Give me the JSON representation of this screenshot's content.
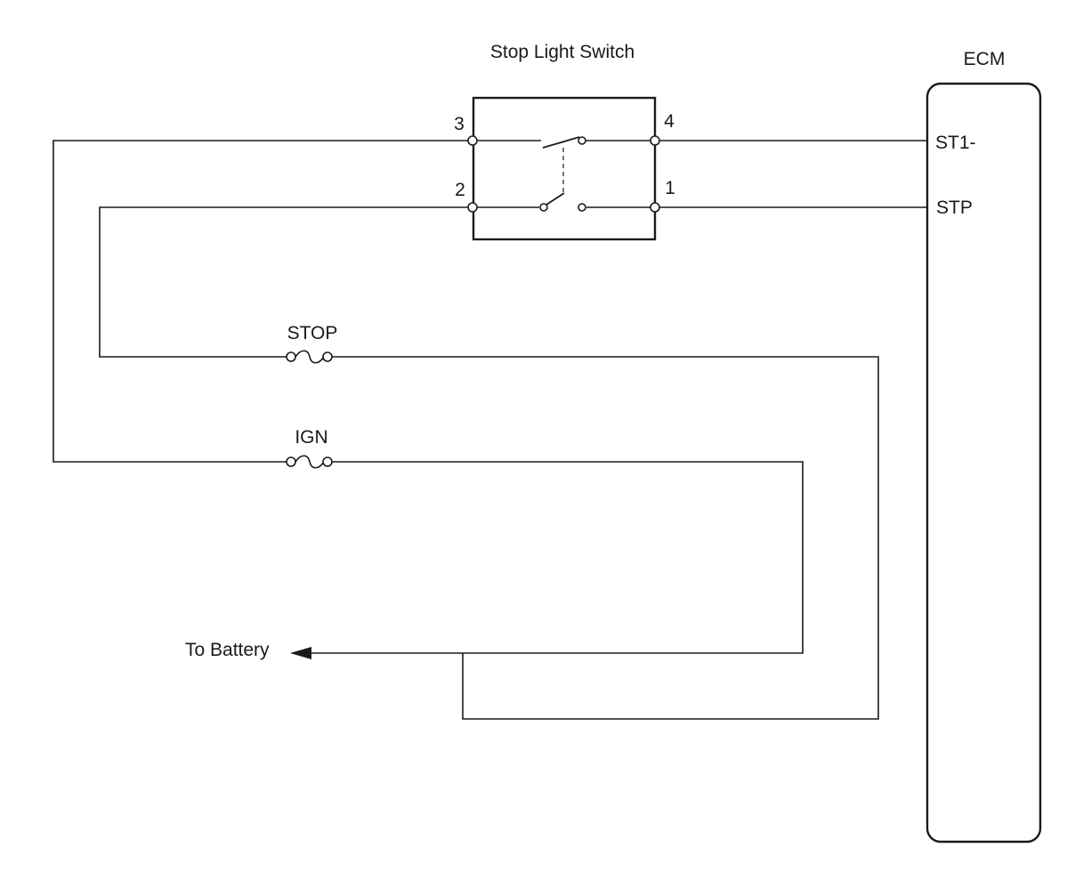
{
  "diagram": {
    "switch": {
      "title": "Stop Light Switch",
      "pins": {
        "p3": "3",
        "p4": "4",
        "p2": "2",
        "p1": "1"
      }
    },
    "ecm": {
      "title": "ECM",
      "st1_label": "ST1-",
      "stp_label": "STP"
    },
    "fuses": {
      "stop_label": "STOP",
      "ign_label": "IGN"
    },
    "battery_label": "To Battery",
    "colors": {
      "line": "#1a1a1a",
      "background": "#ffffff"
    }
  }
}
